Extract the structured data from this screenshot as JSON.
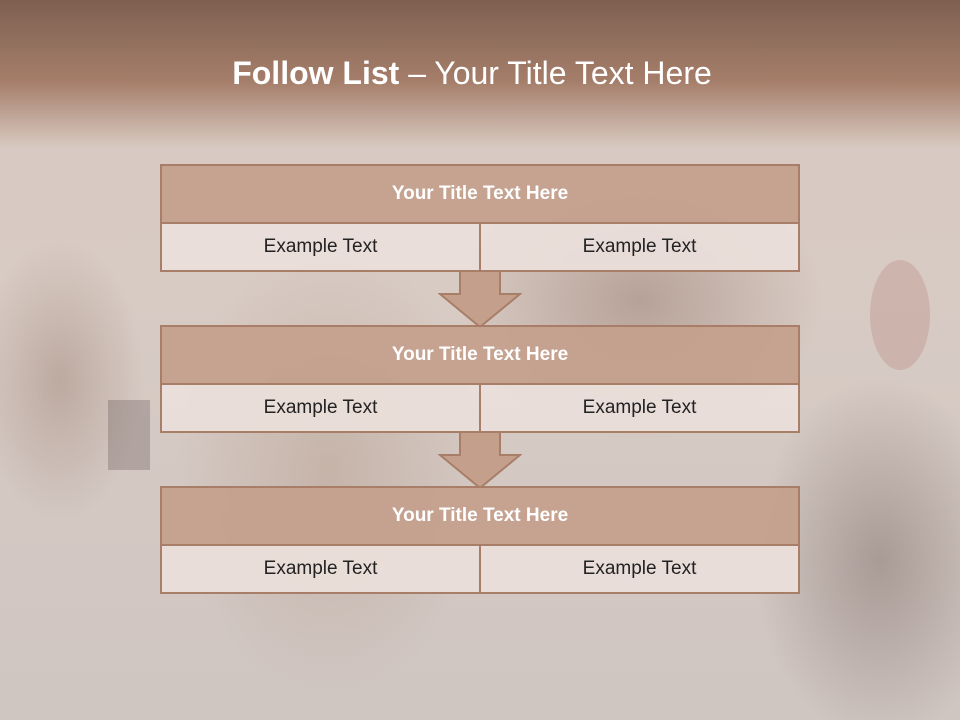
{
  "slide": {
    "title_bold": "Follow List",
    "title_rest": " – Your Title Text Here"
  },
  "blocks": [
    {
      "title": "Your Title Text Here",
      "left": "Example Text",
      "right": "Example Text"
    },
    {
      "title": "Your Title Text Here",
      "left": "Example Text",
      "right": "Example Text"
    },
    {
      "title": "Your Title Text Here",
      "left": "Example Text",
      "right": "Example Text"
    }
  ],
  "colors": {
    "header": "#9b7663",
    "block_title_fill": "#c4a08c",
    "border": "#a87e68",
    "cell_fill": "#eadeda"
  },
  "icons": [
    "down-arrow-icon",
    "down-arrow-icon"
  ]
}
